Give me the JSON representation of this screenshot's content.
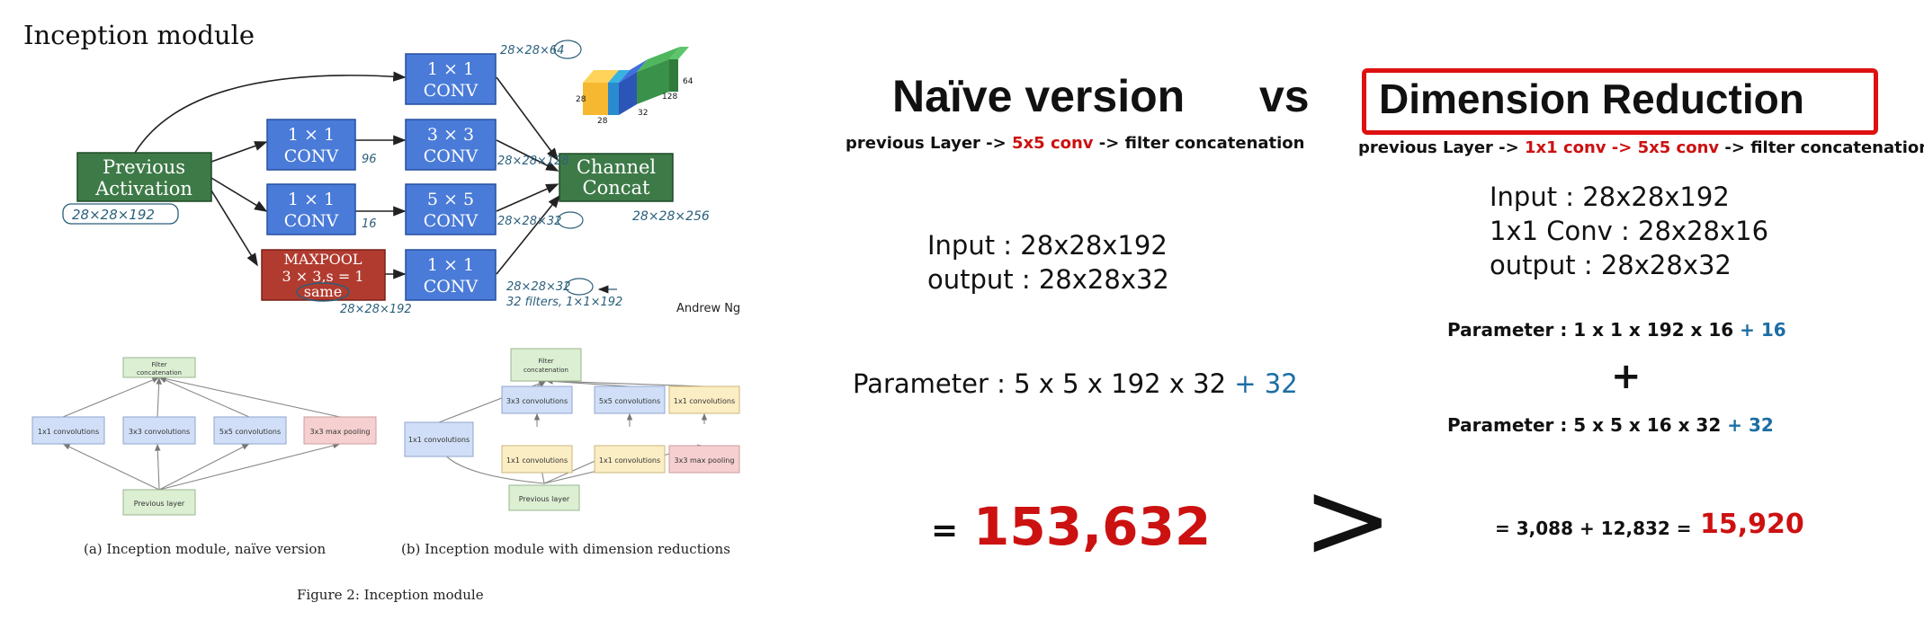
{
  "left": {
    "title": "Inception module",
    "ng": {
      "prev_top": "Previous",
      "prev_bottom": "Activation",
      "conv_label": "CONV",
      "one_by_one": "1 × 1",
      "three_by_three": "3 × 3",
      "five_by_five": "5 × 5",
      "maxpool_l1": "MAXPOOL",
      "maxpool_l2": "3 × 3,s = 1",
      "maxpool_l3": "same",
      "concat_top": "Channel",
      "concat_bottom": "Concat",
      "ann_input": "28×28×192",
      "ann_top": "28×28×64",
      "ann_96": "96",
      "ann_16": "16",
      "ann_128": "28×28×128",
      "ann_32": "28×28×32",
      "ann_pool_out": "28×28×32",
      "ann_pool_note": "32 filters, 1×1×192",
      "ann_pool_in": "28×28×192",
      "ann_out": "28×28×256",
      "cube_28a": "28",
      "cube_28b": "28",
      "cube_32": "32",
      "cube_128": "128",
      "cube_64": "64",
      "credit": "Andrew Ng"
    },
    "paper": {
      "naive": {
        "filter_concat": "Filter concatenation",
        "c1": "1x1 convolutions",
        "c3": "3x3 convolutions",
        "c5": "5x5 convolutions",
        "pool": "3x3 max pooling",
        "prev": "Previous layer",
        "caption": "(a) Inception module, naïve version"
      },
      "dimred": {
        "filter_concat": "Filter concatenation",
        "c1a": "1x1 convolutions",
        "c3": "3x3 convolutions",
        "c5": "5x5 convolutions",
        "c1d": "1x1 convolutions",
        "r3": "1x1 convolutions",
        "r5": "1x1 convolutions",
        "pool": "3x3 max pooling",
        "prev": "Previous layer",
        "caption": "(b) Inception module with dimension reductions"
      },
      "figure_caption": "Figure 2: Inception module"
    }
  },
  "right": {
    "naive": {
      "title": "Naïve version",
      "flow_a": "previous Layer -> ",
      "flow_b": "5x5 conv",
      "flow_c": " -> filter concatenation",
      "input": "Input : 28x28x192",
      "output": "output : 28x28x32",
      "param_a": "Parameter : 5 x 5 x 192 x 32 ",
      "param_b": "+ 32",
      "result_eq": "=",
      "result": "153,632"
    },
    "vs": "vs",
    "greater": ">",
    "dimred": {
      "title": "Dimension Reduction",
      "flow_a": "previous Layer -> ",
      "flow_b": "1x1 conv -> 5x5 conv",
      "flow_c": " -> filter concatenation",
      "input": "Input : 28x28x192",
      "conv": "1x1 Conv : 28x28x16",
      "output": "output : 28x28x32",
      "param1_a": "Parameter : 1 x 1 x 192 x 16 ",
      "param1_b": "+ 16",
      "plus": "+",
      "param2_a": "Parameter : 5 x 5 x 16 x 32 ",
      "param2_b": "+ 32",
      "sum": "= 3,088 + 12,832 =",
      "result": "15,920"
    }
  },
  "colors": {
    "green_box": "#3d7a47",
    "blue_box": "#4a7bd8",
    "red_box": "#b23b2f",
    "ink": "#2a5f7a",
    "accent_red": "#cc1111",
    "accent_blue": "#1c6ea4"
  }
}
